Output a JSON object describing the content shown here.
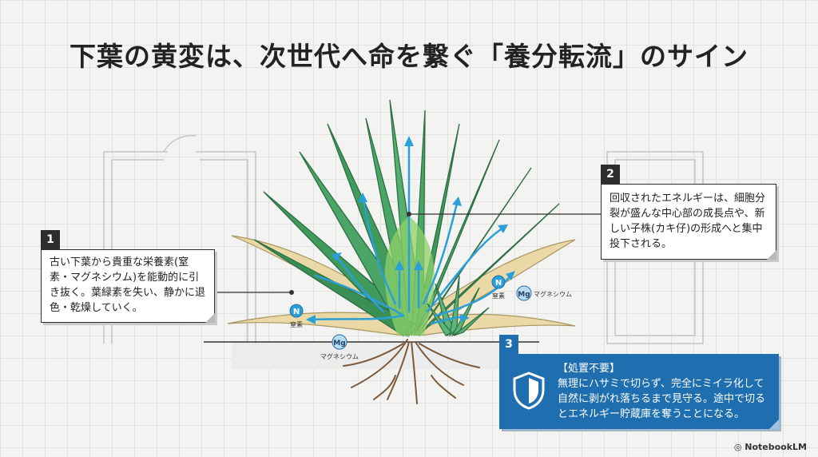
{
  "title": "下葉の黄変は、次世代へ命を繋ぐ「養分転流」のサイン",
  "callouts": [
    {
      "number": "1",
      "text": "古い下葉から貴重な栄養素(窒素・マグネシウム)を能動的に引き抜く。葉緑素を失い、静かに退色・乾燥していく。"
    },
    {
      "number": "2",
      "text": "回収されたエネルギーは、細胞分裂が盛んな中心部の成長点や、新しい子株(カキ仔)の形成へと集中投下される。"
    },
    {
      "number": "3",
      "heading": "【処置不要】",
      "text": "無理にハサミで切らず、完全にミイラ化して自然に剥がれ落ちるまで見守る。途中で切るとエネルギー貯蔵庫を奪うことになる。"
    }
  ],
  "nutrients": {
    "n_symbol": "N",
    "n_name": "窒素",
    "mg_symbol": "Mg",
    "mg_name": "マグネシウム"
  },
  "brand": "NotebookLM",
  "colors": {
    "leaf_green": "#3f9a5c",
    "leaf_dark": "#2d6e45",
    "leaf_yellow": "#ead9a6",
    "arrow_blue": "#2a9fd8",
    "tip_blue": "#1f6fb0"
  }
}
